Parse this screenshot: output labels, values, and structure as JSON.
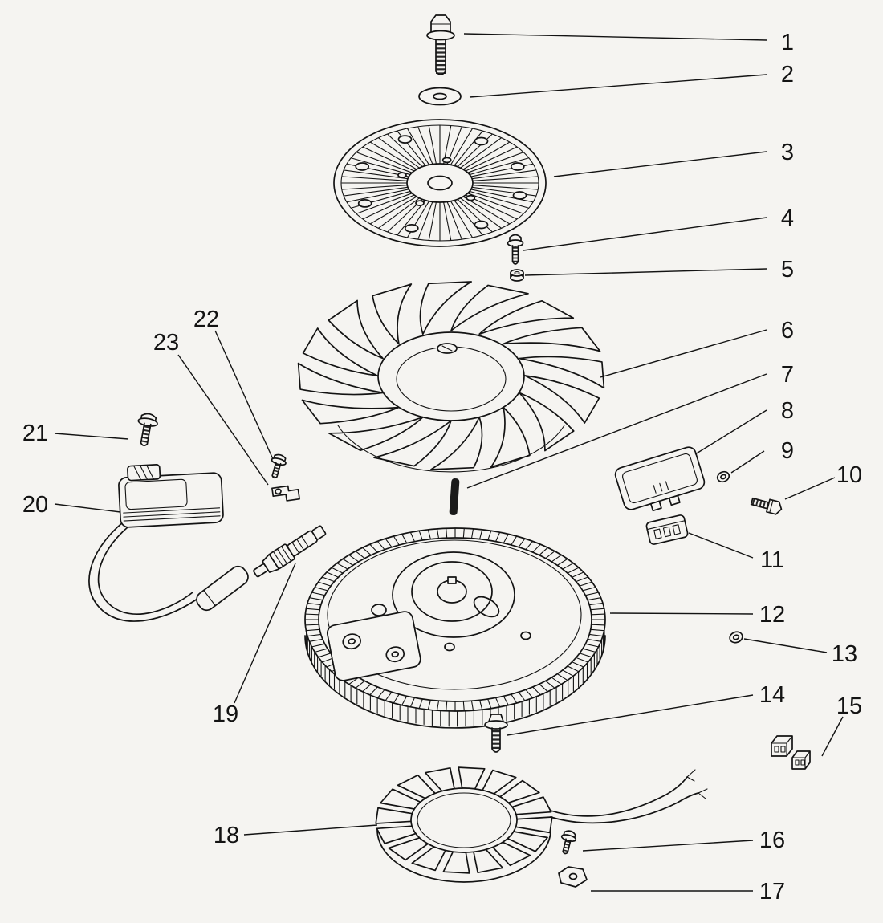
{
  "colors": {
    "background": "#f5f4f1",
    "line": "#131313",
    "key_fill": "#1a1a1a"
  },
  "callouts": [
    {
      "label": "1",
      "part": "hex-flange-bolt"
    },
    {
      "label": "2",
      "part": "washer"
    },
    {
      "label": "3",
      "part": "debris-screen"
    },
    {
      "label": "4",
      "part": "screw"
    },
    {
      "label": "5",
      "part": "spacer"
    },
    {
      "label": "6",
      "part": "cooling-fan"
    },
    {
      "label": "7",
      "part": "flywheel-key"
    },
    {
      "label": "8",
      "part": "rectifier-regulator"
    },
    {
      "label": "9",
      "part": "grommet"
    },
    {
      "label": "10",
      "part": "hex-bolt"
    },
    {
      "label": "11",
      "part": "connector"
    },
    {
      "label": "12",
      "part": "flywheel-ring-gear"
    },
    {
      "label": "13",
      "part": "washer"
    },
    {
      "label": "14",
      "part": "flange-bolt"
    },
    {
      "label": "15",
      "part": "connector-housings"
    },
    {
      "label": "16",
      "part": "screw"
    },
    {
      "label": "17",
      "part": "retainer-clip"
    },
    {
      "label": "18",
      "part": "stator"
    },
    {
      "label": "19",
      "part": "sensor"
    },
    {
      "label": "20",
      "part": "ignition-module"
    },
    {
      "label": "21",
      "part": "screw"
    },
    {
      "label": "22",
      "part": "screw"
    },
    {
      "label": "23",
      "part": "elbow-fitting"
    }
  ]
}
